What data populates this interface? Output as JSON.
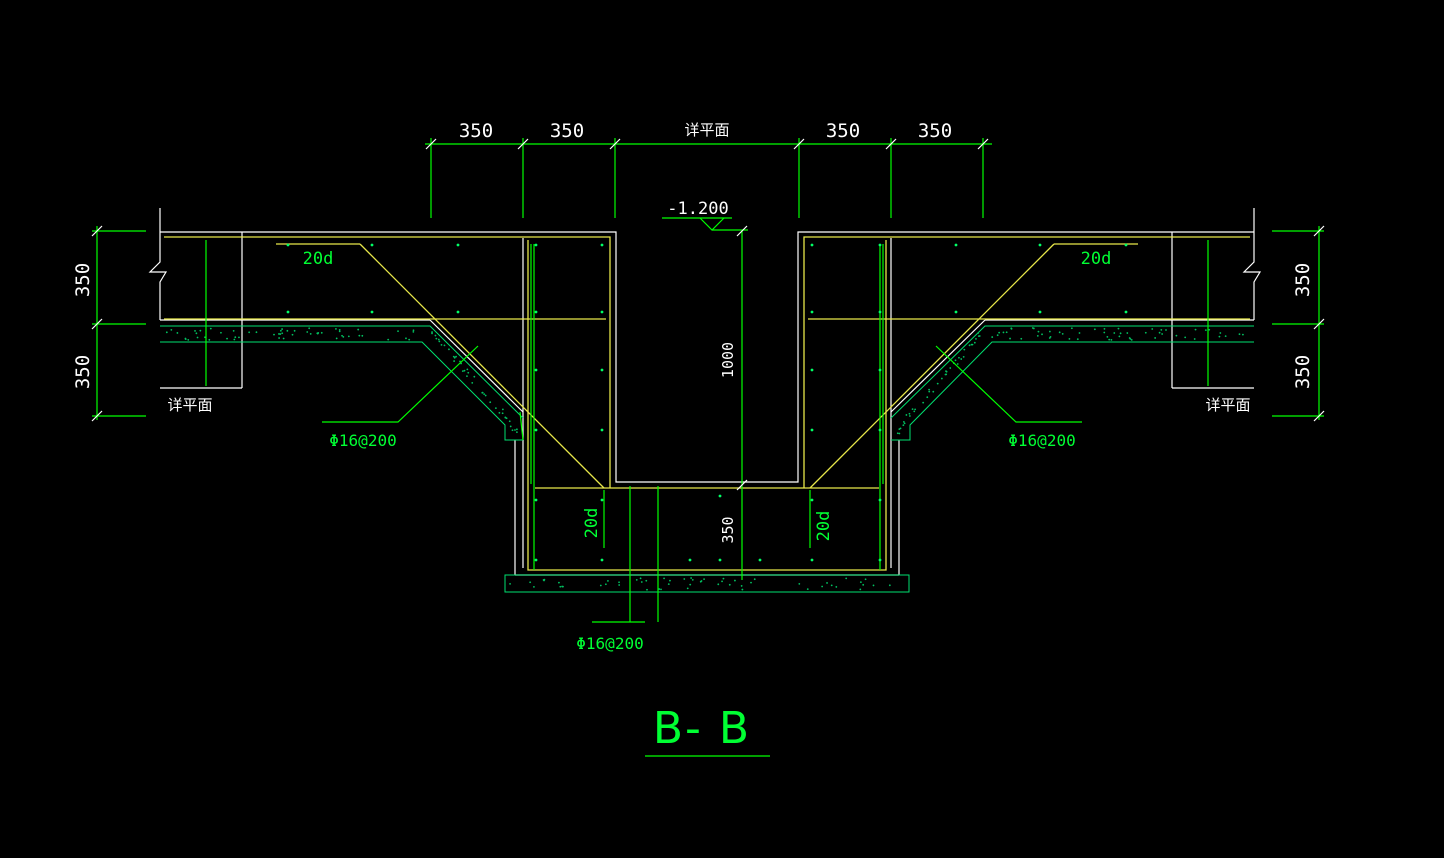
{
  "drawing": {
    "section_title": "B- B",
    "top_dims": [
      "350",
      "350",
      "详平面",
      "350",
      "350"
    ],
    "left_dims": [
      "350",
      "350"
    ],
    "right_dims": [
      "350",
      "350"
    ],
    "elevation": "-1.200",
    "depth_dim": "1000",
    "bottom_dim": "350",
    "anchor_left": "20d",
    "anchor_right": "20d",
    "anchor_bottom_left": "20d",
    "anchor_bottom_right": "20d",
    "rebar_left": "Φ16@200",
    "rebar_right": "Φ16@200",
    "rebar_bottom": "Φ16@200",
    "see_plan_left": "详平面",
    "see_plan_right": "详平面"
  }
}
